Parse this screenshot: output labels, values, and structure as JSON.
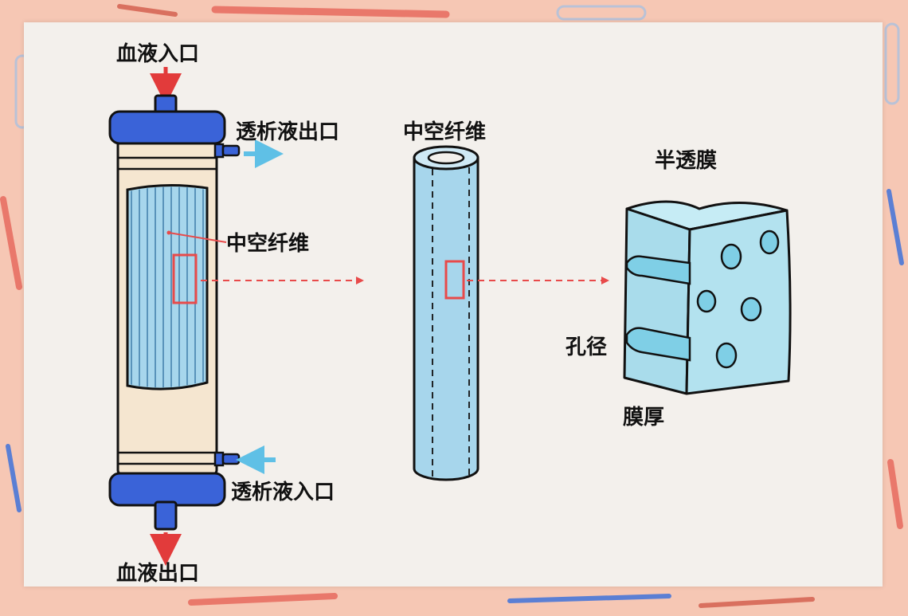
{
  "labels": {
    "blood_inlet": "血液入口",
    "blood_outlet": "血液出口",
    "dialysate_outlet": "透析液出口",
    "dialysate_inlet": "透析液入口",
    "hollow_fiber_callout": "中空纤维",
    "hollow_fiber_title": "中空纤维",
    "membrane_title": "半透膜",
    "pore_diameter": "孔径",
    "membrane_thickness": "膜厚"
  },
  "colors": {
    "background": "#f6c7b4",
    "panel": "#f3f0ec",
    "cap_blue": "#3a63d8",
    "housing": "#f5e6d0",
    "fiber_bundle": "#a7d6ec",
    "membrane": "#b3e2ef",
    "blood_arrow": "#e23b3b",
    "dialysate_arrow": "#5fc0e6",
    "zoom_marker": "#e84a4a"
  }
}
